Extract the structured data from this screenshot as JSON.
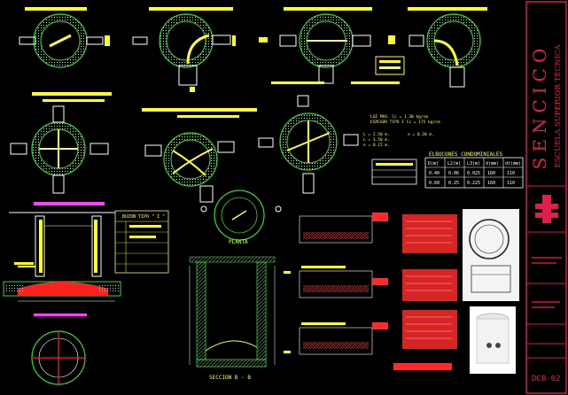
{
  "title_block": {
    "company": "SENCICO",
    "school": "ESCUELA SUPERIOR TÉCNICA",
    "sheet_code": "DCB-02",
    "accent_color": "#e0204a",
    "border_color": "#d02040"
  },
  "drawing": {
    "labels": {
      "planta": "PLANTA",
      "seccion": "SECCION B - B",
      "elbow_title": "ELBOCONES CONDOMINIALES",
      "buzon_tipo": "BUZON TIPO \" I \""
    },
    "notes": {
      "n1": "LUZ MAX. Cc = 1.30 kg/cm",
      "n2": "ESPESOR TIPO I Cc = 175 kg/cm",
      "n3": "L = 2.50 m.",
      "n4": "L = 3.50 m.",
      "n5": "e = 0.15 m.",
      "n6": "e = 0.20 m."
    },
    "elbow_table": {
      "headers": [
        "D(m)",
        "L2(m)",
        "L3(m)",
        "d(mm)",
        "dt(mm)"
      ],
      "rows": [
        [
          "0.40",
          "0.06",
          "0.025",
          "160",
          "110"
        ],
        [
          "0.60",
          "0.25",
          "0.225",
          "160",
          "110"
        ]
      ]
    },
    "colors": {
      "green": "#2fdc2f",
      "yellow": "#ffff30",
      "white": "#ffffff",
      "red": "#ff2a2a",
      "cyan": "#30d0ff",
      "magenta": "#ff40ff"
    }
  }
}
